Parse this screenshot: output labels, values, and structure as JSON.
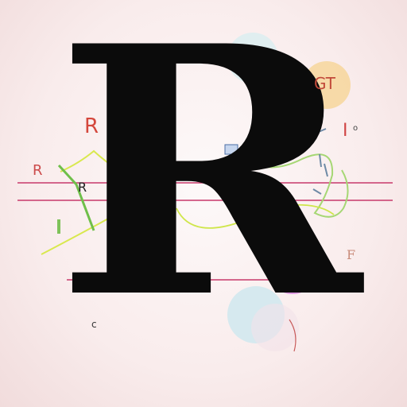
{
  "artwork": {
    "main_letter": "R",
    "small_marks": {
      "r_top_left": "R",
      "r_mid_left": "R",
      "r_on_line": "R",
      "c_bottom": "c",
      "i_right": "I",
      "o_right": "o",
      "f_right": "F",
      "orb_text": "GT"
    },
    "colors": {
      "background": "#f9ecec",
      "letter": "#0b0b0b",
      "staff_lines": "#c8396b",
      "lime_curve": "#cfe64a",
      "green_curve": "#7fbf5a",
      "orange_orb": "#f6d7a0",
      "blue_orb": "#cfe8ee",
      "violet_orb": "#d98be0"
    }
  }
}
